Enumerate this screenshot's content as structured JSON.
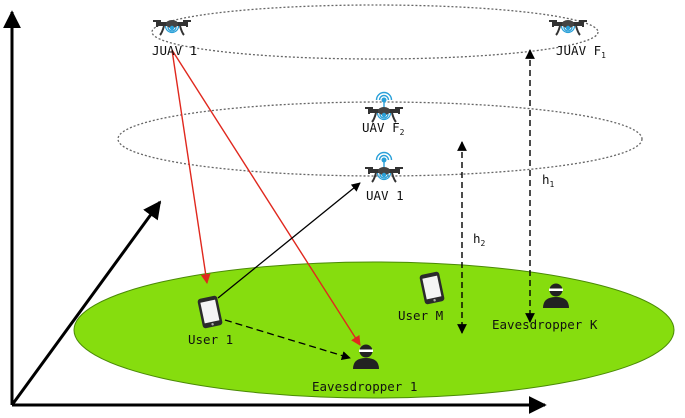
{
  "labels": {
    "juav1": "JUAV 1",
    "juavf_base": "JUAV F",
    "juavf_sub": "1",
    "uavf_base": "UAV F",
    "uavf_sub": "2",
    "uav1": "UAV 1",
    "h1_base": "h",
    "h1_sub": "1",
    "h2_base": "h",
    "h2_sub": "2",
    "user1": "User 1",
    "userm": "User M",
    "eave1": "Eavesdropper 1",
    "eavek": "Eavesdropper K"
  },
  "colors": {
    "ground_fill": "#86dd0e",
    "jamming_link": "#e0281e",
    "ellipse_line": "#666666",
    "axis": "#000000"
  },
  "icons": {
    "drone": "quadcopter-drone-icon",
    "phone": "smartphone-icon",
    "eavesdropper": "person-silhouette-icon"
  }
}
